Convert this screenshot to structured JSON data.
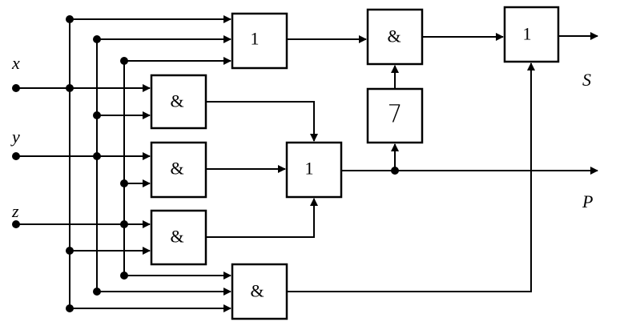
{
  "diagram": {
    "type": "logic-circuit",
    "inputs": [
      {
        "id": "x",
        "label": "x"
      },
      {
        "id": "y",
        "label": "y"
      },
      {
        "id": "z",
        "label": "z"
      }
    ],
    "outputs": [
      {
        "id": "S",
        "label": "S"
      },
      {
        "id": "P",
        "label": "P"
      }
    ],
    "gates": [
      {
        "id": "or-xyz",
        "label": "1",
        "kind": "OR",
        "inputs": [
          "x",
          "y",
          "z"
        ]
      },
      {
        "id": "and-xy",
        "label": "&",
        "kind": "AND",
        "inputs": [
          "x",
          "y"
        ]
      },
      {
        "id": "and-yz",
        "label": "&",
        "kind": "AND",
        "inputs": [
          "y",
          "z"
        ]
      },
      {
        "id": "and-zx",
        "label": "&",
        "kind": "AND",
        "inputs": [
          "z",
          "x"
        ]
      },
      {
        "id": "or-carry",
        "label": "1",
        "kind": "OR",
        "inputs": [
          "and-xy",
          "and-yz",
          "and-zx"
        ]
      },
      {
        "id": "not-carry",
        "label": "7",
        "kind": "NOT",
        "inputs": [
          "or-carry"
        ]
      },
      {
        "id": "and-mid",
        "label": "&",
        "kind": "AND",
        "inputs": [
          "or-xyz",
          "not-carry"
        ]
      },
      {
        "id": "and-xyz",
        "label": "&",
        "kind": "AND",
        "inputs": [
          "z",
          "y",
          "x"
        ]
      },
      {
        "id": "or-sum",
        "label": "1",
        "kind": "OR",
        "inputs": [
          "and-mid",
          "and-xyz"
        ]
      }
    ],
    "connections": [
      {
        "from": "or-sum",
        "to": "S"
      },
      {
        "from": "or-carry",
        "to": "P"
      }
    ]
  }
}
